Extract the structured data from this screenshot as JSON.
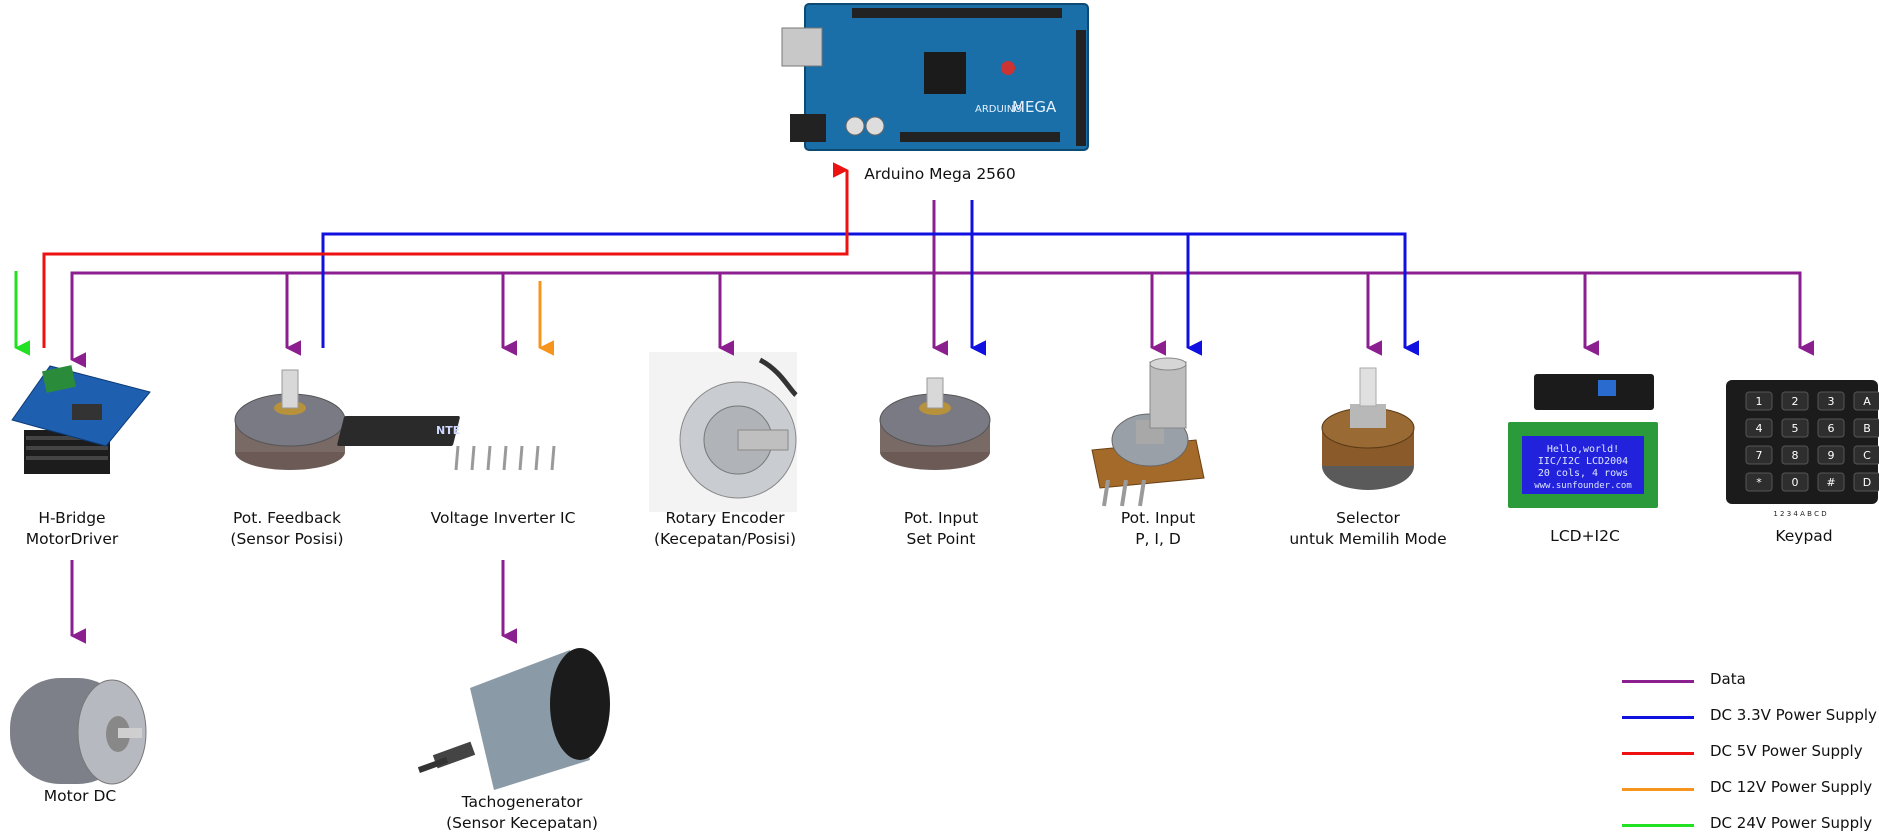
{
  "colors": {
    "data": "#8b1f8f",
    "dc33": "#1010e0",
    "dc5": "#ee1111",
    "dc12": "#f7941d",
    "dc24": "#22e022"
  },
  "components": {
    "arduino": "Arduino Mega 2560",
    "hbridge": "H-Bridge\nMotorDriver",
    "pot_feedback": "Pot. Feedback\n(Sensor Posisi)",
    "inverter": "Voltage Inverter IC",
    "encoder": "Rotary Encoder\n(Kecepatan/Posisi)",
    "pot_setpoint": "Pot. Input\nSet Point",
    "pot_pid": "Pot. Input\nP, I, D",
    "selector": "Selector\nuntuk Memilih Mode",
    "lcd": "LCD+I2C",
    "keypad": "Keypad",
    "motor": "Motor DC",
    "tacho": "Tachogenerator\n(Sensor Kecepatan)"
  },
  "device_text": {
    "ic_brand": "NTE",
    "lcd_line1": "Hello,world!",
    "lcd_line2": "IIC/I2C LCD2004",
    "lcd_line3": "20 cols, 4 rows",
    "lcd_line4": "www.sunfounder.com",
    "arduino_brand": "ARDUINO",
    "arduino_model": "MEGA",
    "keypad_keys": [
      "1",
      "2",
      "3",
      "A",
      "4",
      "5",
      "6",
      "B",
      "7",
      "8",
      "9",
      "C",
      "*",
      "0",
      "#",
      "D"
    ],
    "keypad_pins": "1 2 3 4 A B C D"
  },
  "legend": [
    {
      "label": "Data",
      "color": "#8b1f8f"
    },
    {
      "label": "DC 3.3V Power Supply",
      "color": "#1010e0"
    },
    {
      "label": "DC 5V Power Supply",
      "color": "#ee1111"
    },
    {
      "label": "DC 12V Power Supply",
      "color": "#f7941d"
    },
    {
      "label": "DC 24V Power Supply",
      "color": "#22e022"
    }
  ]
}
